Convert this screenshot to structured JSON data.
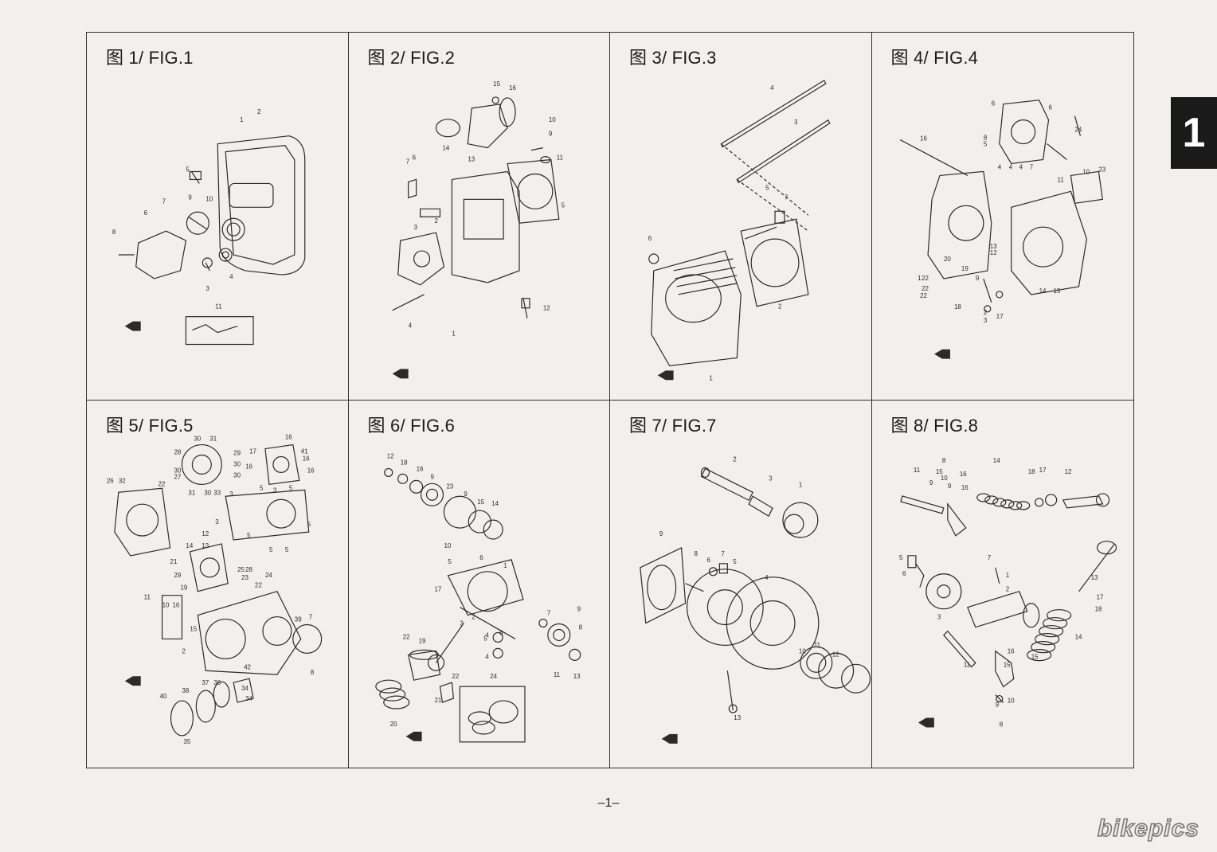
{
  "figures": [
    {
      "id": 1,
      "title": "图 1/ FIG.1"
    },
    {
      "id": 2,
      "title": "图 2/ FIG.2"
    },
    {
      "id": 3,
      "title": "图 3/ FIG.3"
    },
    {
      "id": 4,
      "title": "图 4/ FIG.4"
    },
    {
      "id": 5,
      "title": "图 5/ FIG.5"
    },
    {
      "id": 6,
      "title": "图 6/ FIG.6"
    },
    {
      "id": 7,
      "title": "图 7/ FIG.7"
    },
    {
      "id": 8,
      "title": "图 8/ FIG.8"
    }
  ],
  "chapter_tab": "1",
  "page_number": "–1–",
  "watermark": "bikepics",
  "colors": {
    "ink": "#2b2b2b",
    "paper": "#f1f0ec",
    "tab": "#1a1a1a"
  },
  "icons": [
    "front-arrow-icon"
  ]
}
